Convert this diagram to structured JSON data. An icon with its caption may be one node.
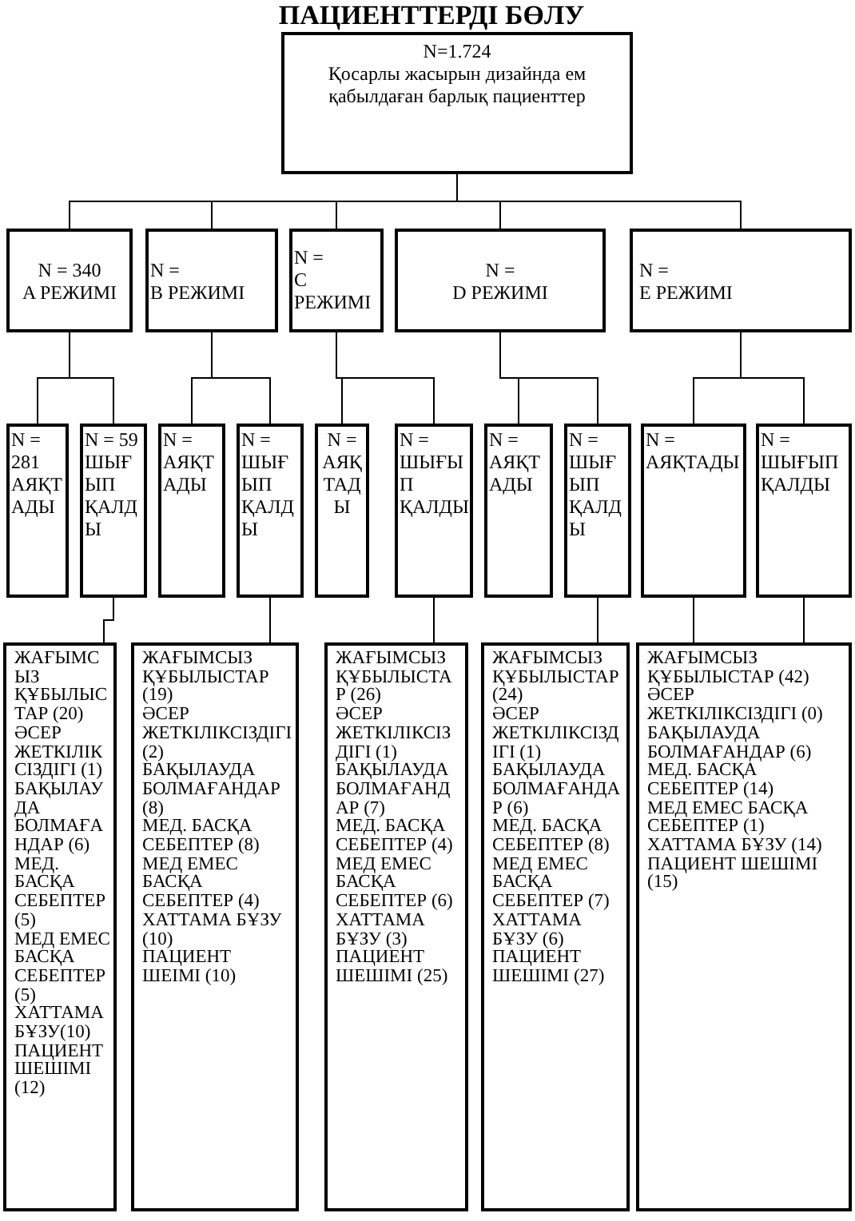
{
  "diagram": {
    "title": "ПАЦИЕНТТЕРДІ БӨЛУ",
    "nodes": [
      {
        "text": [
          "N=1.724",
          "Қосарлы жасырын дизайнда ем қабылдаған барлық пациенттер"
        ]
      },
      {
        "text": [
          "N = 340",
          "A РЕЖИМІ"
        ]
      },
      {
        "text": [
          "N =",
          "B РЕЖИМІ"
        ]
      },
      {
        "text": [
          "N =",
          "C РЕЖИМІ"
        ]
      },
      {
        "text": [
          "N =",
          "D РЕЖИМІ"
        ]
      },
      {
        "text": [
          "N =",
          "E РЕЖИМІ"
        ]
      },
      {
        "text": [
          "N = 281",
          "АЯҚТАДЫ"
        ]
      },
      {
        "text": [
          "N = 59",
          "ШЫҒЫП ҚАЛДЫ"
        ]
      },
      {
        "text": [
          "N =",
          "АЯҚТАДЫ"
        ]
      },
      {
        "text": [
          "N =",
          "ШЫҒЫП ҚАЛДЫ"
        ]
      },
      {
        "text": [
          "N =",
          "АЯҚТАДЫ"
        ]
      },
      {
        "text": [
          "N =",
          "ШЫҒЫП ҚАЛДЫ"
        ]
      },
      {
        "text": [
          "N =",
          "АЯҚТАДЫ"
        ]
      },
      {
        "text": [
          "N =",
          "ШЫҒЫП ҚАЛДЫ"
        ]
      },
      {
        "text": [
          "N =",
          "АЯҚТАДЫ"
        ]
      },
      {
        "text": [
          "N =",
          "ШЫҒЫП ҚАЛДЫ"
        ]
      },
      {
        "text": [
          "ЖАҒЫМСЫЗ ҚҰБЫЛЫСТАР (20)",
          "ӘСЕР ЖЕТКІЛІКСІЗДІГІ (1)",
          "БАҚЫЛАУДА БОЛМАҒАНДАР (6)",
          "МЕД. БАСҚА СЕБЕПТЕР (5)",
          "МЕД ЕМЕС БАСҚА СЕБЕПТЕР (5)",
          "ХАТТАМА БҰЗУ(10)",
          "ПАЦИЕНТ ШЕШІМІ (12)"
        ]
      },
      {
        "text": [
          "ЖАҒЫМСЫЗ ҚҰБЫЛЫСТАР (19)",
          "ӘСЕР ЖЕТКІЛІКСІЗДІГІ (2)",
          "БАҚЫЛАУДА БОЛМАҒАНДАР (8)",
          "МЕД. БАСҚА СЕБЕПТЕР (8)",
          "МЕД ЕМЕС БАСҚА СЕБЕПТЕР (4)",
          "ХАТТАМА БҰЗУ (10)",
          "ПАЦИЕНТ ШЕІМІ (10)"
        ]
      },
      {
        "text": [
          "ЖАҒЫМСЫЗ ҚҰБЫЛЫСТАР (26)",
          "ӘСЕР ЖЕТКІЛІКСІЗДІГІ (1)",
          "БАҚЫЛАУДА БОЛМАҒАНДАР (7)",
          "МЕД. БАСҚА СЕБЕПТЕР (4)",
          "МЕД ЕМЕС БАСҚА СЕБЕПТЕР (6)",
          "ХАТТАМА БҰЗУ (3)",
          "ПАЦИЕНТ ШЕШІМІ (25)"
        ]
      },
      {
        "text": [
          "ЖАҒЫМСЫЗ ҚҰБЫЛЫСТАР (24)",
          "ӘСЕР ЖЕТКІЛІКСІЗДІГІ (1)",
          "БАҚЫЛАУДА БОЛМАҒАНДАР (6)",
          "МЕД. БАСҚА СЕБЕПТЕР (8)",
          "МЕД ЕМЕС БАСҚА СЕБЕПТЕР (7)",
          "ХАТТАМА БҰЗУ (6)",
          "ПАЦИЕНТ ШЕШІМІ (27)"
        ]
      },
      {
        "text": [
          "ЖАҒЫМСЫЗ ҚҰБЫЛЫСТАР (42)",
          "ӘСЕР ЖЕТКІЛІКСІЗДІГІ (0)",
          "БАҚЫЛАУДА БОЛМАҒАНДАР (6)",
          "МЕД. БАСҚА СЕБЕПТЕР (14)",
          "МЕД ЕМЕС БАСҚА СЕБЕПТЕР (1)",
          "ХАТТАМА БҰЗУ (14)",
          "ПАЦИЕНТ ШЕШІМІ (15)"
        ]
      }
    ],
    "edges": [
      {
        "from": 0,
        "to": 1,
        "arrow": "none"
      },
      {
        "from": 0,
        "to": 2,
        "arrow": "none"
      },
      {
        "from": 0,
        "to": 3,
        "arrow": "none"
      },
      {
        "from": 0,
        "to": 4,
        "arrow": "none"
      },
      {
        "from": 0,
        "to": 5,
        "arrow": "none"
      },
      {
        "from": 1,
        "to": 6,
        "arrow": "none"
      },
      {
        "from": 1,
        "to": 7,
        "arrow": "none"
      },
      {
        "from": 2,
        "to": 8,
        "arrow": "none"
      },
      {
        "from": 2,
        "to": 9,
        "arrow": "none"
      },
      {
        "from": 3,
        "to": 10,
        "arrow": "none"
      },
      {
        "from": 3,
        "to": 11,
        "arrow": "none"
      },
      {
        "from": 4,
        "to": 12,
        "arrow": "none"
      },
      {
        "from": 4,
        "to": 13,
        "arrow": "none"
      },
      {
        "from": 5,
        "to": 14,
        "arrow": "none"
      },
      {
        "from": 5,
        "to": 15,
        "arrow": "none"
      },
      {
        "from": 7,
        "to": 16,
        "arrow": "none"
      },
      {
        "from": 9,
        "to": 17,
        "arrow": "none"
      },
      {
        "from": 11,
        "to": 18,
        "arrow": "none"
      },
      {
        "from": 13,
        "to": 19,
        "arrow": "none"
      },
      {
        "from": 14,
        "to": 20,
        "arrow": "none"
      },
      {
        "from": 15,
        "to": 20,
        "arrow": "none"
      }
    ]
  }
}
